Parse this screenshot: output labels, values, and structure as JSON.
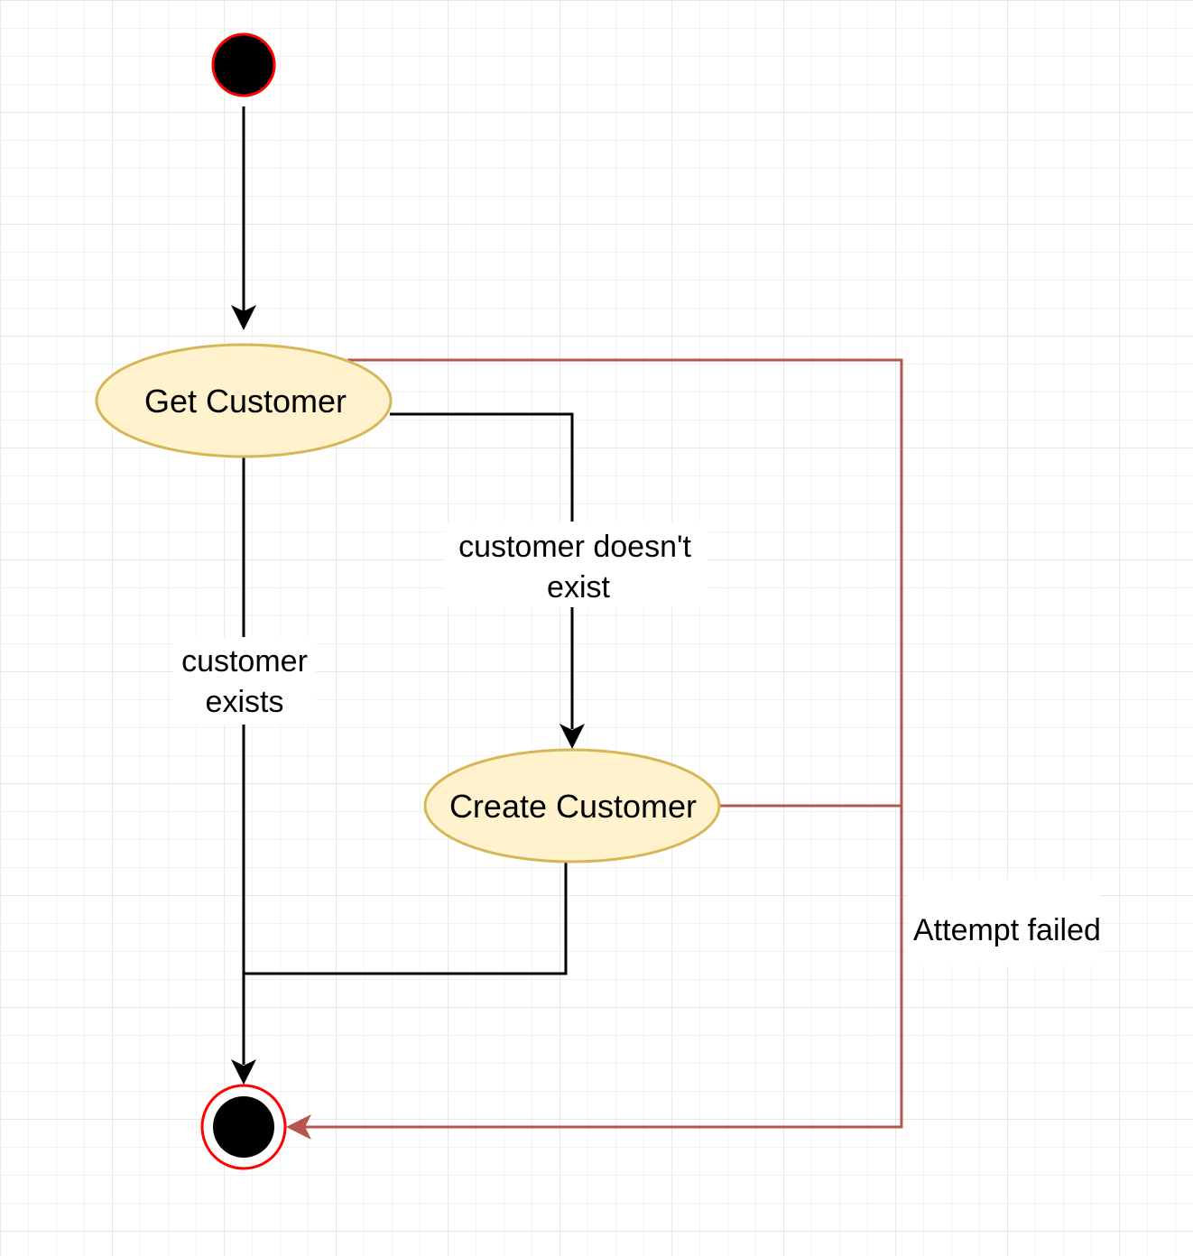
{
  "diagram": {
    "type": "uml-activity",
    "nodes": {
      "start": {
        "kind": "initial-state"
      },
      "get_customer": {
        "kind": "activity",
        "label": "Get Customer"
      },
      "create_customer": {
        "kind": "activity",
        "label": "Create Customer"
      },
      "end": {
        "kind": "final-state"
      }
    },
    "edges": {
      "start_to_get": {
        "from": "start",
        "to": "get_customer"
      },
      "customer_exists": {
        "from": "get_customer",
        "to": "end",
        "label_line1": "customer",
        "label_line2": "exists"
      },
      "customer_doesnt_exist": {
        "from": "get_customer",
        "to": "create_customer",
        "label_line1": "customer doesn't",
        "label_line2": "exist"
      },
      "create_to_end": {
        "from": "create_customer",
        "to": "end"
      },
      "attempt_failed": {
        "from": "get_customer",
        "also_from": "create_customer",
        "to": "end",
        "label": "Attempt failed"
      }
    }
  },
  "colors": {
    "grid": "#dcdcdc",
    "activity_fill": "#fff2cc",
    "activity_stroke": "#d6b656",
    "state_fill": "#000000",
    "state_stroke": "#ff0000",
    "flow": "#000000",
    "failure_flow": "#b85450"
  }
}
